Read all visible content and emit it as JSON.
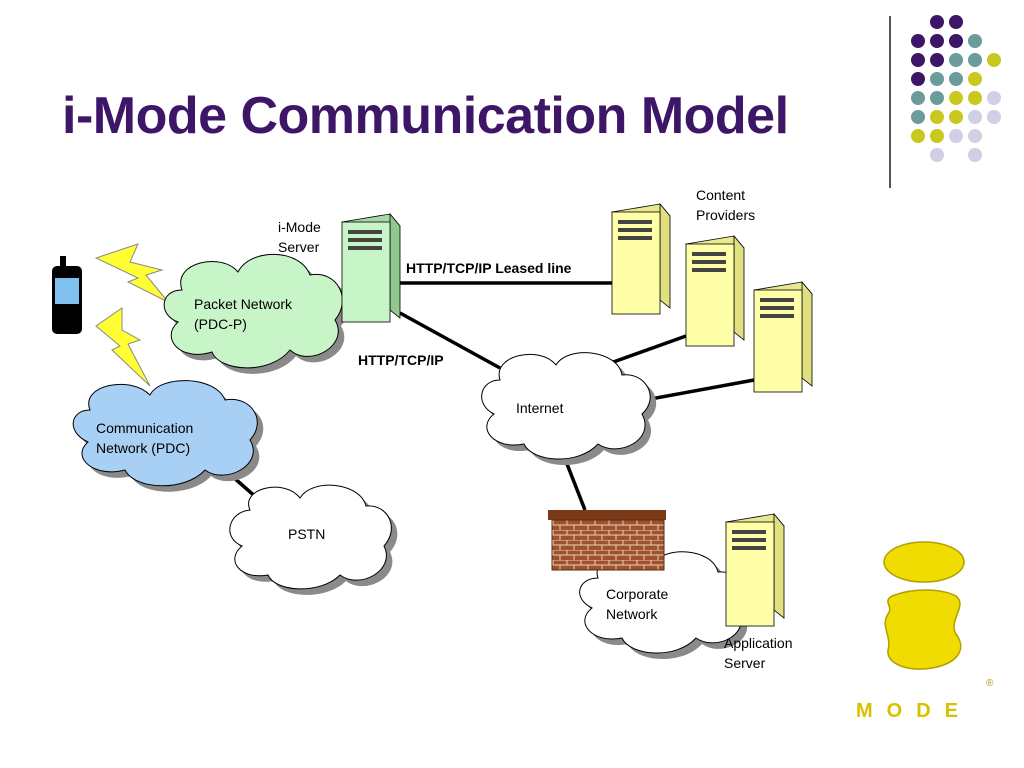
{
  "title": "i-Mode Communication Model",
  "colors": {
    "title": "#3d1668",
    "dot_purple": "#3d1668",
    "dot_teal": "#6b9b9b",
    "dot_yellow": "#c8c81e",
    "dot_lavender": "#d0cfe3",
    "packet_cloud": "#c8f5c8",
    "comm_cloud": "#a8d0f5",
    "white_cloud": "#ffffff",
    "server_green": "#c8f5c8",
    "server_yellow": "#ffffa8",
    "firewall": "#a0522d",
    "lightning": "#ffff33",
    "logo": "#f0dc00"
  },
  "diagram": {
    "nodes": {
      "imode_server": "i-Mode\nServer",
      "content_providers": "Content\nProviders",
      "packet_network": "Packet Network\n(PDC-P)",
      "communication_network": "Communication\nNetwork (PDC)",
      "pstn": "PSTN",
      "internet": "Internet",
      "corporate_network": "Corporate\nNetwork",
      "application_server": "Application\nServer"
    },
    "links": {
      "leased_line": "HTTP/TCP/IP Leased line",
      "http_tcp_ip": "HTTP/TCP/IP"
    }
  },
  "logo": {
    "text": "MODE",
    "registered": "®"
  }
}
